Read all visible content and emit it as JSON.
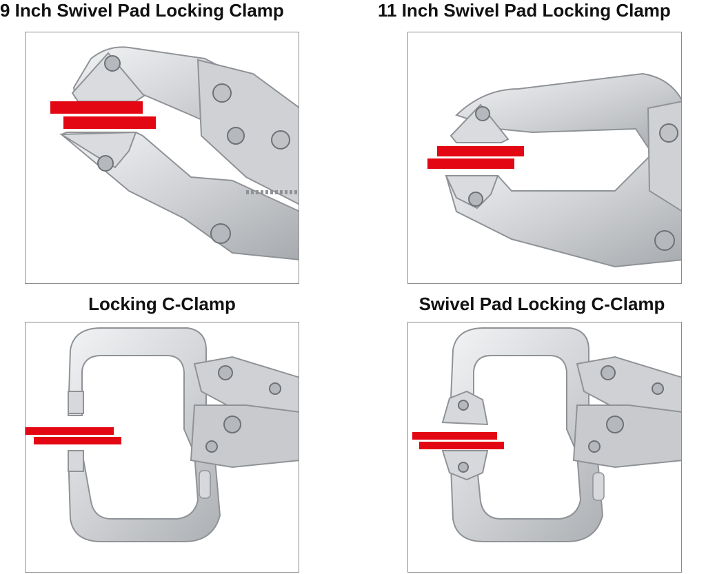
{
  "titles": {
    "tl": "9 Inch Swivel Pad Locking Clamp",
    "tr": "11 Inch Swivel Pad Locking Clamp",
    "bl": "Locking C-Clamp",
    "br": "Swivel Pad Locking C-Clamp"
  },
  "colors": {
    "background": "#ffffff",
    "text": "#111111",
    "border": "#8c8c8c",
    "metal_light": "#e6e7ea",
    "metal_mid": "#c4c6ca",
    "metal_dark": "#8f9296",
    "marker_red": "#e30613"
  }
}
